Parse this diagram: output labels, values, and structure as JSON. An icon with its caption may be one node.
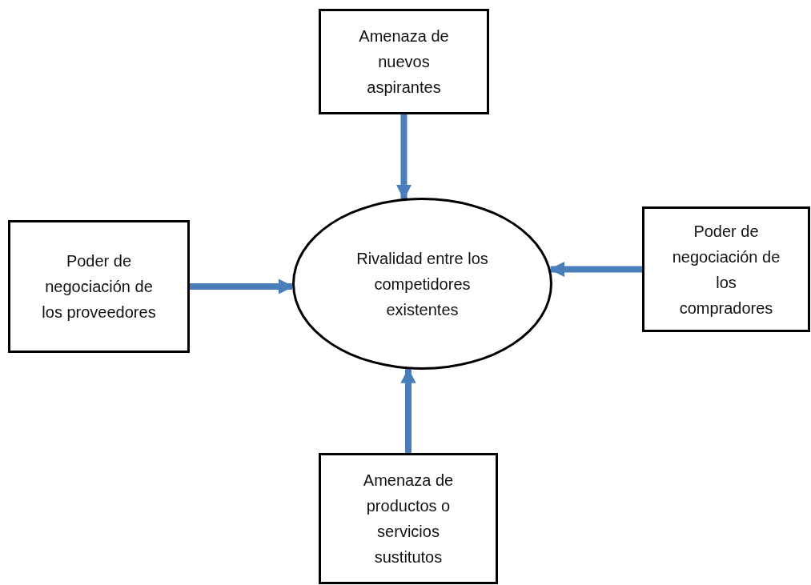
{
  "diagram": {
    "nodes": [
      {
        "text": [
          "Amenaza de nuevos aspirantes"
        ]
      },
      {
        "text": [
          "Poder de negociación de los proveedores"
        ]
      },
      {
        "text": [
          "Rivalidad entre los competidores existentes"
        ]
      },
      {
        "text": [
          "Poder de negociación de los compradores"
        ]
      },
      {
        "text": [
          "Amenaza de productos o servicios sustitutos"
        ]
      }
    ],
    "edges": [
      {
        "from": 0,
        "to": 2,
        "arrow": "to"
      },
      {
        "from": 1,
        "to": 2,
        "arrow": "to"
      },
      {
        "from": 3,
        "to": 2,
        "arrow": "to"
      },
      {
        "from": 4,
        "to": 2,
        "arrow": "to"
      }
    ]
  }
}
